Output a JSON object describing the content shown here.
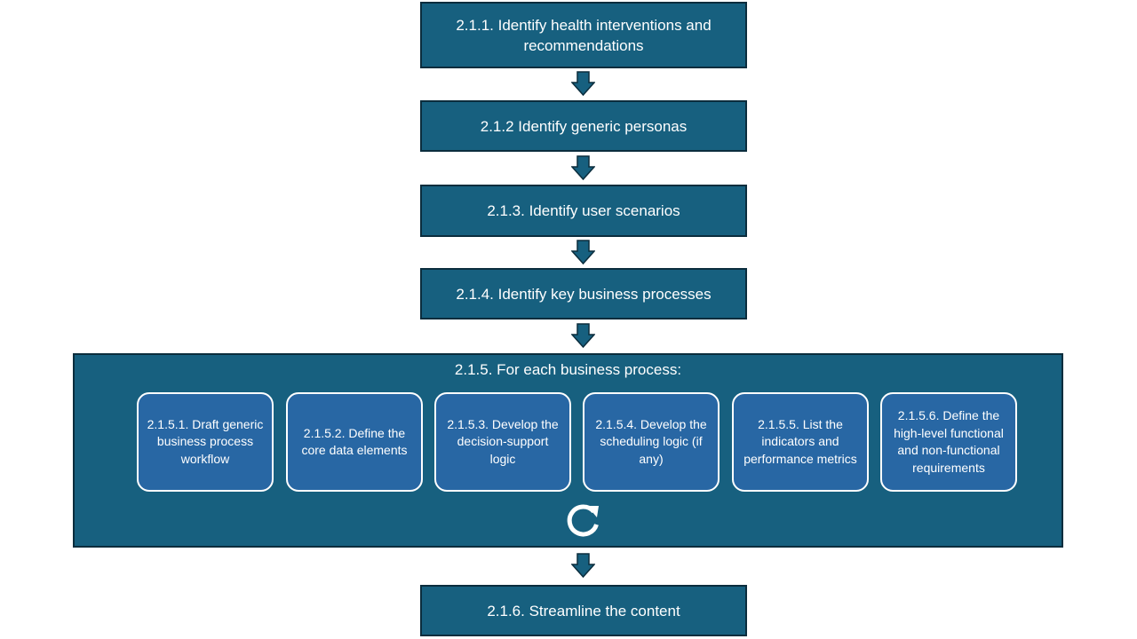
{
  "steps": {
    "s1": "2.1.1. Identify health interventions and recommendations",
    "s2": "2.1.2 Identify generic personas",
    "s3": "2.1.3. Identify user scenarios",
    "s4": "2.1.4. Identify key business processes",
    "s6": "2.1.6. Streamline the content"
  },
  "process": {
    "title": "2.1.5. For each business process:",
    "substeps": [
      "2.1.5.1. Draft generic business process workflow",
      "2.1.5.2. Define the core data elements",
      "2.1.5.3. Develop the decision-support logic",
      "2.1.5.4. Develop the scheduling logic (if any)",
      "2.1.5.5. List the indicators and performance metrics",
      "2.1.5.6. Define the high-level functional and non-functional requirements"
    ]
  },
  "icons": {
    "flow_arrow": "arrow-down-icon",
    "cycle": "refresh-cycle-icon"
  },
  "colors": {
    "step_fill": "#17607f",
    "step_border": "#0b2d3d",
    "substep_fill": "#2867a4",
    "substep_border": "#ffffff",
    "text": "#ffffff"
  }
}
